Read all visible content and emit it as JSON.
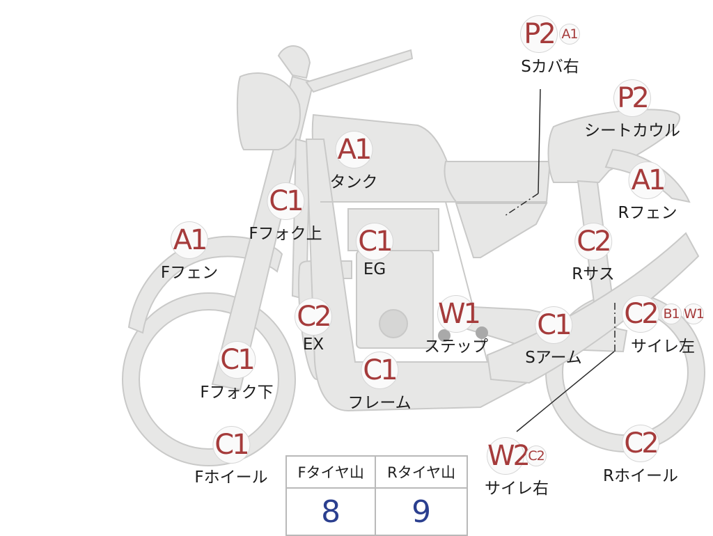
{
  "parts": [
    {
      "id": "s-cover-right",
      "badges": [
        "P2",
        "A1"
      ],
      "label": "Sカバ右"
    },
    {
      "id": "seat-cowl",
      "badges": [
        "P2"
      ],
      "label": "シートカウル"
    },
    {
      "id": "tank",
      "badges": [
        "A1"
      ],
      "label": "タンク"
    },
    {
      "id": "r-fender",
      "badges": [
        "A1"
      ],
      "label": "Rフェン"
    },
    {
      "id": "f-fork-upper",
      "badges": [
        "C1"
      ],
      "label": "Fフォク上"
    },
    {
      "id": "engine",
      "badges": [
        "C1"
      ],
      "label": "EG"
    },
    {
      "id": "f-fender",
      "badges": [
        "A1"
      ],
      "label": "Fフェン"
    },
    {
      "id": "r-suspension",
      "badges": [
        "C2"
      ],
      "label": "Rサス"
    },
    {
      "id": "exhaust",
      "badges": [
        "C2"
      ],
      "label": "EX"
    },
    {
      "id": "step",
      "badges": [
        "W1"
      ],
      "label": "ステップ"
    },
    {
      "id": "s-arm",
      "badges": [
        "C1"
      ],
      "label": "Sアーム"
    },
    {
      "id": "muffler-left",
      "badges": [
        "C2",
        "B1",
        "W1"
      ],
      "label": "サイレ左"
    },
    {
      "id": "f-fork-lower",
      "badges": [
        "C1"
      ],
      "label": "Fフォク下"
    },
    {
      "id": "frame",
      "badges": [
        "C1"
      ],
      "label": "フレーム"
    },
    {
      "id": "muffler-right",
      "badges": [
        "W2",
        "C2"
      ],
      "label": "サイレ右"
    },
    {
      "id": "f-wheel",
      "badges": [
        "C1"
      ],
      "label": "Fホイール"
    },
    {
      "id": "r-wheel",
      "badges": [
        "C2"
      ],
      "label": "Rホイール"
    }
  ],
  "tread_table": {
    "headers": [
      "Fタイヤ山",
      "Rタイヤ山"
    ],
    "values": [
      "8",
      "9"
    ]
  },
  "colors": {
    "grade_badge_text": "#a53b3b",
    "tread_value_text": "#2b3f8f",
    "bike_fill": "#e7e7e6"
  }
}
